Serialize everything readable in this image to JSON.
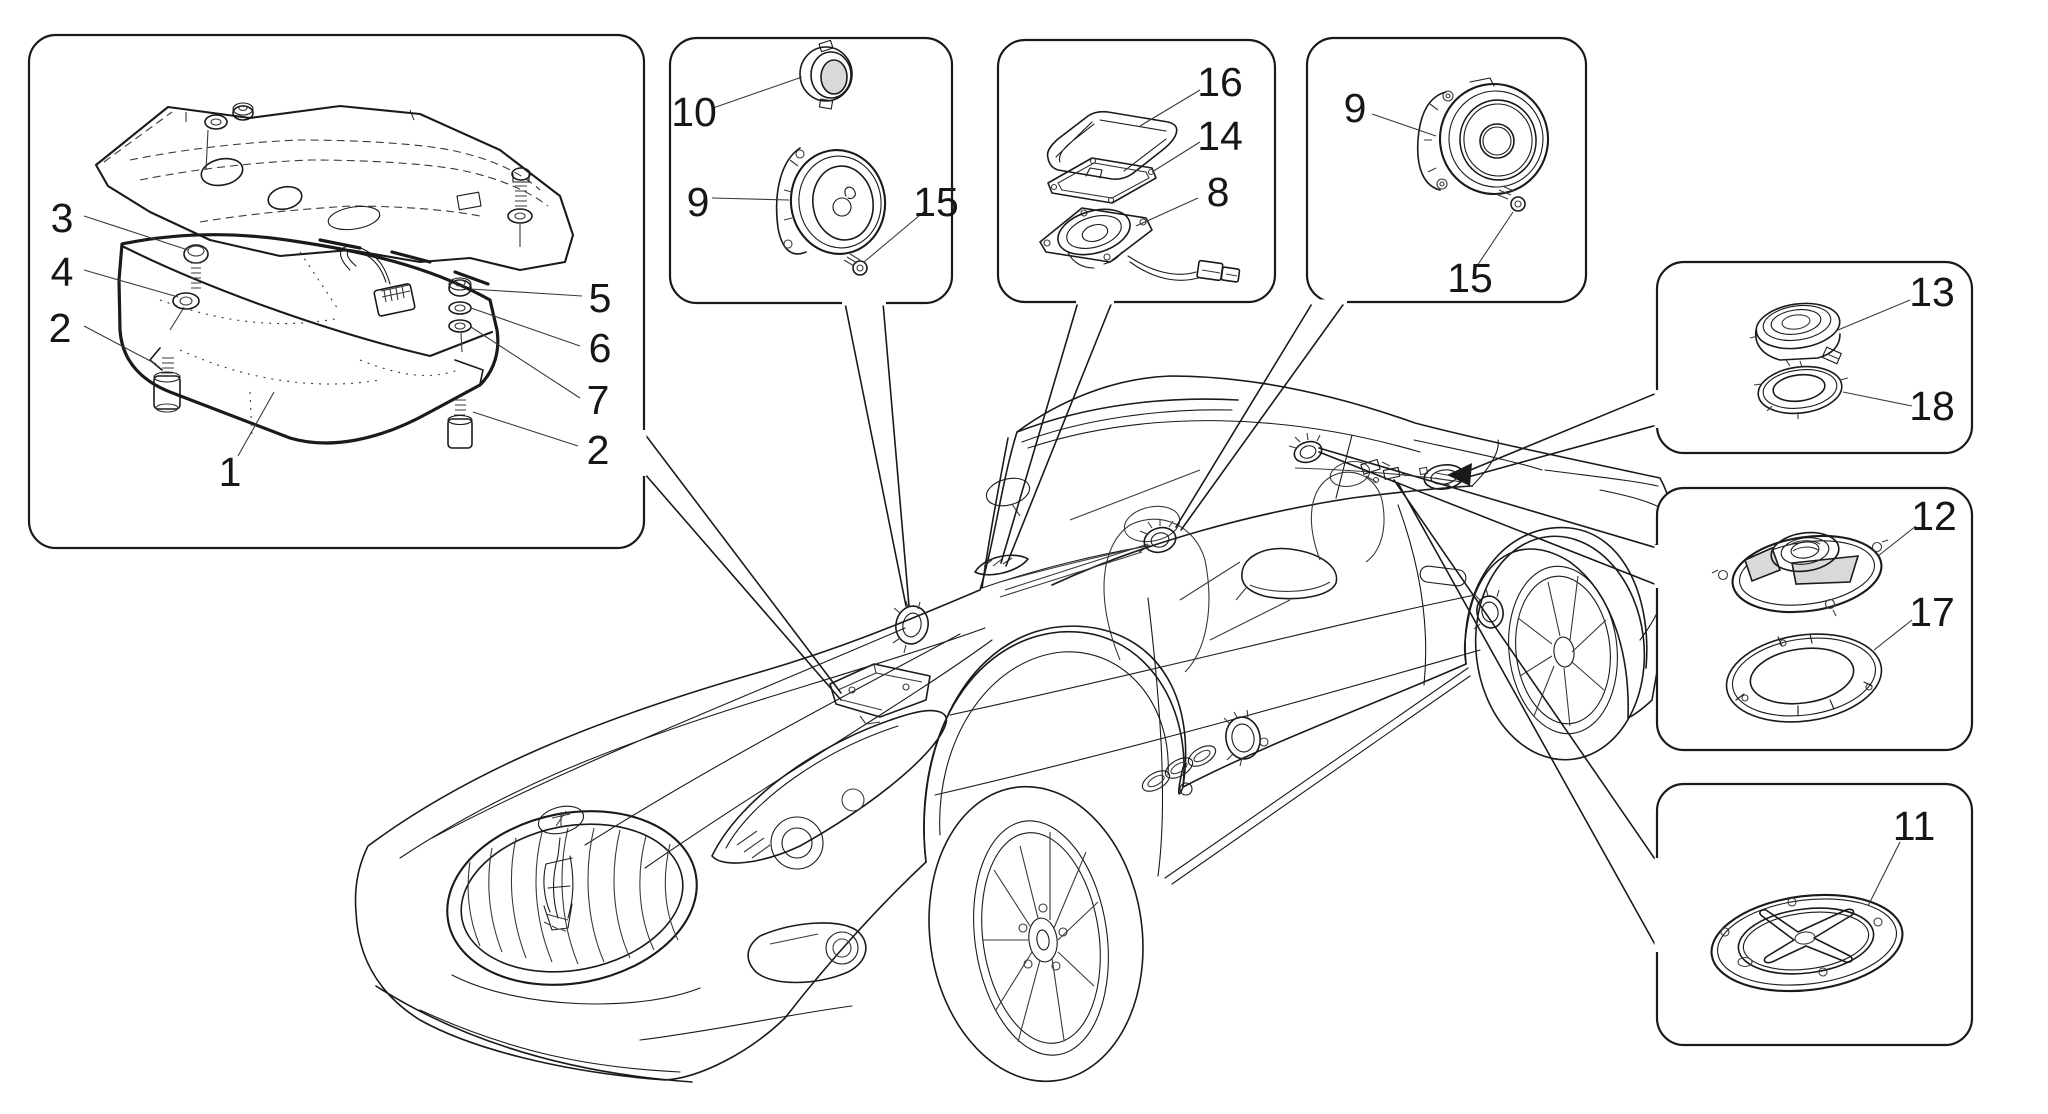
{
  "figure": {
    "background": "#ffffff",
    "line_color": "#1a1a1a",
    "shade_color": "#d9d9d9",
    "type": "exploded-parts-diagram",
    "subject": "car-audio-speaker-system"
  },
  "panels": {
    "subwoofer_assembly": {
      "numbers": {
        "n3": "3",
        "n4": "4",
        "n2_left": "2",
        "n1": "1",
        "n5": "5",
        "n6": "6",
        "n7": "7",
        "n2_right": "2"
      }
    },
    "front_door_speaker": {
      "numbers": {
        "n10": "10",
        "n9": "9",
        "n15": "15"
      }
    },
    "center_dash_speaker": {
      "numbers": {
        "n16": "16",
        "n14": "14",
        "n8": "8"
      }
    },
    "rear_speaker": {
      "numbers": {
        "n9": "9",
        "n15": "15"
      }
    },
    "tweeter_kit": {
      "numbers": {
        "n13": "13",
        "n18": "18"
      }
    },
    "shelf_speaker_kit": {
      "numbers": {
        "n12": "12",
        "n17": "17"
      }
    },
    "cover_plate": {
      "numbers": {
        "n11": "11"
      }
    }
  }
}
